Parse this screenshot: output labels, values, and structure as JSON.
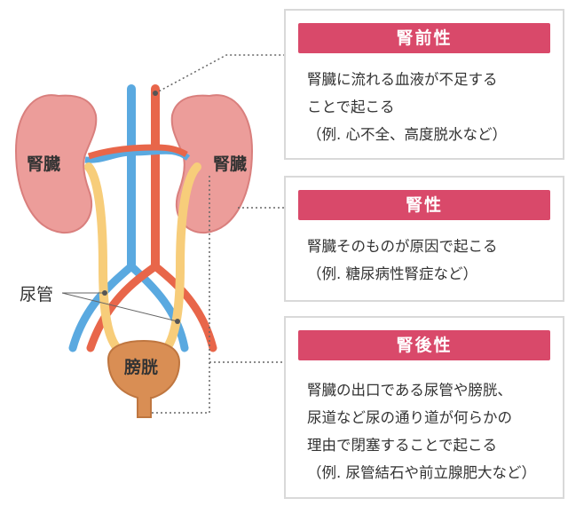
{
  "labels": {
    "kidney_left": "腎臓",
    "kidney_right": "腎臓",
    "ureter": "尿管",
    "bladder": "膀胱"
  },
  "cards": [
    {
      "title": "腎前性",
      "lines": [
        "腎臓に流れる血液が不足する",
        "ことで起こる",
        "（例. 心不全、高度脱水など）"
      ]
    },
    {
      "title": "腎性",
      "lines": [
        "腎臓そのものが原因で起こる",
        "（例. 糖尿病性腎症など）"
      ]
    },
    {
      "title": "腎後性",
      "lines": [
        "腎臓の出口である尿管や膀胱、",
        "尿道など尿の通り道が何らかの",
        "理由で閉塞することで起こる",
        "（例. 尿管結石や前立腺肥大など）"
      ]
    }
  ],
  "colors": {
    "kidney_fill": "#ec9d9a",
    "kidney_stroke": "#d97f7d",
    "vein": "#5aa9e0",
    "artery": "#e8664a",
    "ureter": "#f7cd7a",
    "bladder_fill": "#d98e54",
    "bladder_stroke": "#bf7640",
    "card_title_bg": "#d9496a",
    "card_border": "#d9d9d9"
  }
}
